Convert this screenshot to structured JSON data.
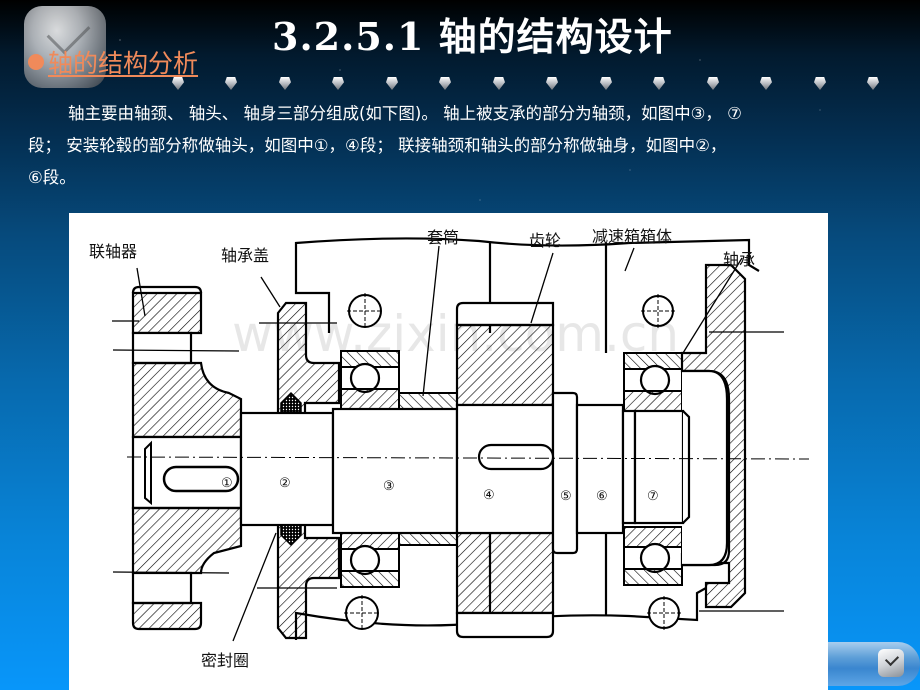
{
  "slide": {
    "title": "3.2.5.1 轴的结构设计",
    "subtitle": {
      "bullet": "●",
      "link_text": "轴的结构分析"
    },
    "paragraph": {
      "line1": "轴主要由轴颈、 轴头、 轴身三部分组成(如下图)。 轴上被支承的部分为轴颈，如图中③， ⑦",
      "line2": "段； 安装轮毂的部分称做轴头，如图中①，④段； 联接轴颈和轴头的部分称做轴身，如图中②，",
      "line3": "⑥段。"
    },
    "decor_gem_count": 14
  },
  "diagram": {
    "labels": {
      "coupling": "联轴器",
      "bearing_cover": "轴承盖",
      "sleeve": "套筒",
      "gear": "齿轮",
      "gearbox_housing": "减速箱箱体",
      "bearing": "轴承",
      "seal_ring": "密封圈"
    },
    "segments": [
      "①",
      "②",
      "③",
      "④",
      "⑤",
      "⑥",
      "⑦"
    ],
    "watermark": "www.zixin.com.cn"
  },
  "nav": {
    "next_icon": "cube-arrow-icon"
  },
  "colors": {
    "title": "#ffffff",
    "subtitle": "#f08a5a",
    "body_text": "#ffffff",
    "bg_top": "#000000",
    "bg_bottom": "#0896fa"
  }
}
